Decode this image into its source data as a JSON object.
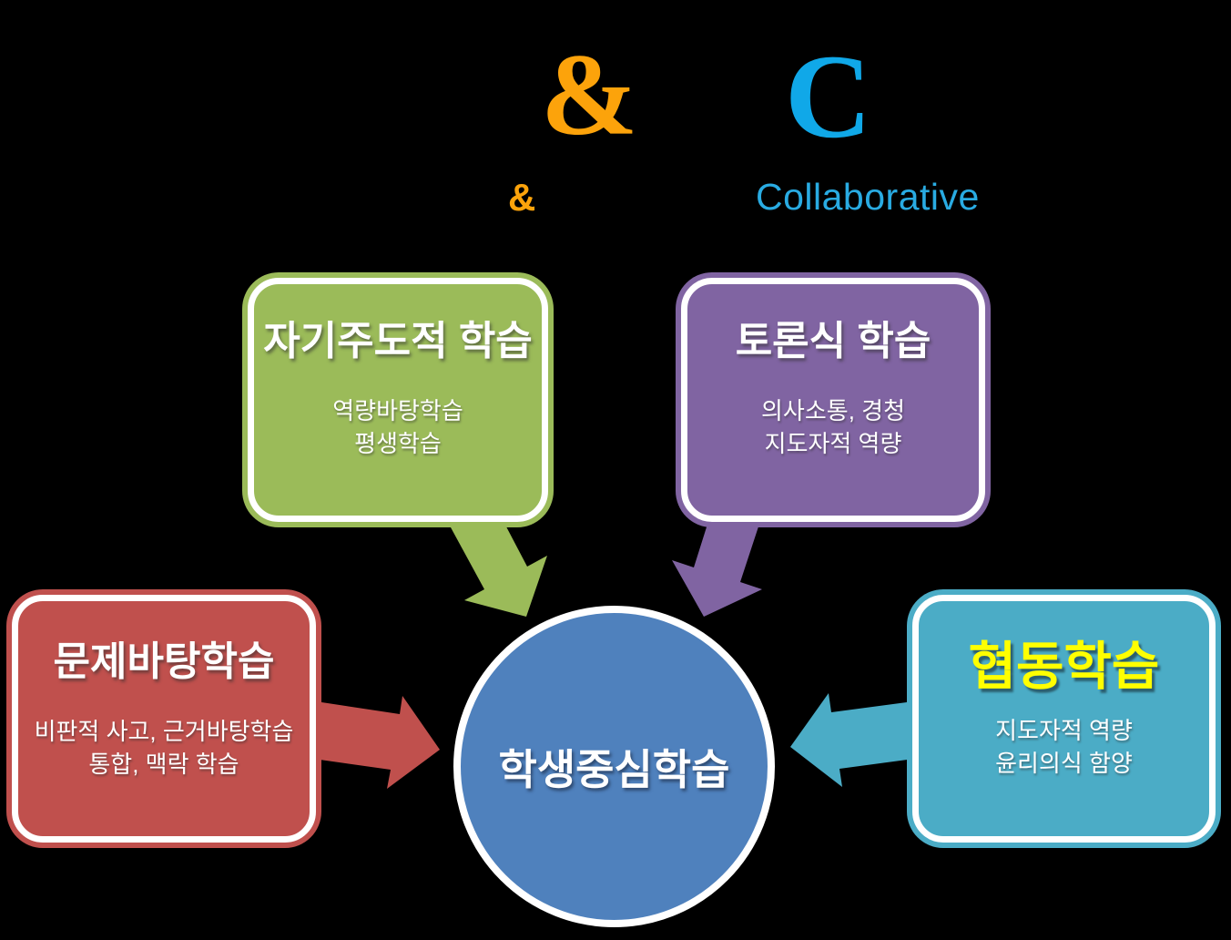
{
  "background_color": "#000000",
  "title_group": {
    "big_ampersand": "&",
    "big_c": "C",
    "small_ampersand": "&",
    "collaborative_label": "Collaborative",
    "orange_color": "#FCA30B",
    "c_blue_color": "#10A8E8",
    "collaborative_blue_color": "#29ABE2"
  },
  "boxes": [
    {
      "key": "self-directed-learning",
      "title": "자기주도적 학습",
      "title_color": "#FFFFFF",
      "lines": [
        "역량바탕학습",
        "평생학습"
      ],
      "color": "#9BBB59"
    },
    {
      "key": "discussion-learning",
      "title": "토론식 학습",
      "title_color": "#FFFFFF",
      "lines": [
        "의사소통, 경청",
        "지도자적 역량"
      ],
      "color": "#8064A2"
    },
    {
      "key": "problem-based-learning",
      "title": "문제바탕학습",
      "title_color": "#FFFFFF",
      "lines": [
        "비판적 사고, 근거바탕학습",
        "통합, 맥락 학습"
      ],
      "color": "#C0504D"
    },
    {
      "key": "cooperative-learning",
      "title": "협동학습",
      "title_color": "#FFFF00",
      "lines": [
        "지도자적 역량",
        "윤리의식 함양"
      ],
      "color": "#4BACC6"
    }
  ],
  "center_circle": {
    "label": "학생중심학습",
    "color": "#4F81BD",
    "border_color": "#FFFFFF"
  },
  "arrows": {
    "from_self_directed": {
      "color": "#9BBB59"
    },
    "from_discussion": {
      "color": "#8064A2"
    },
    "from_problem_based": {
      "color": "#C0504D"
    },
    "from_cooperative": {
      "color": "#4BACC6"
    }
  }
}
